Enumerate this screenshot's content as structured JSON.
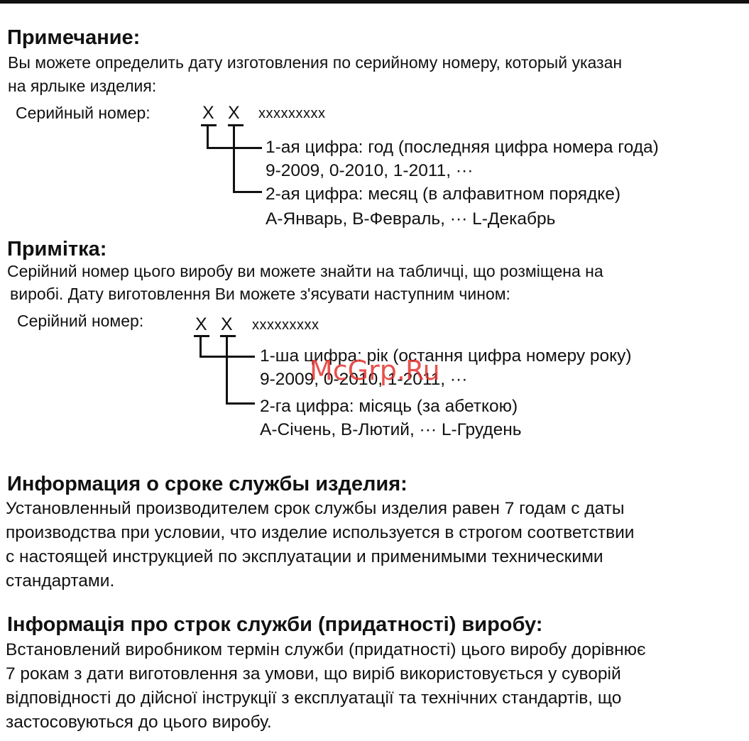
{
  "ru_note": {
    "heading": "Примечание:",
    "line1": "Вы можете определить дату изготовления по серийному номеру, который указан",
    "line2": "на ярлыке изделия:",
    "serial_label": "Серийный номер:",
    "x1": "X",
    "x2": "X",
    "serial_rest": "xxxxxxxxx",
    "digit1": "1-ая цифра: год (последняя цифра номера года)",
    "digit1_examples": "9-2009, 0-2010, 1-2011, ···",
    "digit2": "2-ая цифра: месяц (в алфавитном порядке)",
    "digit2_examples": "A-Январь, B-Февраль, ··· L-Декабрь"
  },
  "ua_note": {
    "heading": "Примітка:",
    "line1": "Серійний номер цього виробу ви можете знайти на табличці, що розміщена на",
    "line2": "виробі.  Дату виготовлення Ви можете з'ясувати наступним чином:",
    "serial_label": "Серійний номер:",
    "x1": "X",
    "x2": "X",
    "serial_rest": "xxxxxxxxx",
    "digit1": "1-ша цифра: рік (остання цифра номеру року)",
    "digit1_examples": "9-2009, 0-2010, 1-2011, ···",
    "digit2": "2-га цифра: місяць (за абеткою)",
    "digit2_examples": "A-Січень, B-Лютий, ··· L-Грудень"
  },
  "ru_service": {
    "heading": "Информация о сроке службы изделия:",
    "lines": [
      "Установленный производителем срок службы изделия равен 7 годам с даты",
      "производства при условии, что изделие используется в строгом соответствии",
      "с настоящей инструкцией по эксплуатации и применимыми техническими",
      "стандартами."
    ]
  },
  "ua_service": {
    "heading": "Інформація про строк служби (придатності) виробу:",
    "lines": [
      "Встановлений виробником термін служби (придатності) цього виробу дорівнює",
      "7 рокам з дати виготовлення за умови, що виріб використовується у суворій",
      "відповідності до дійсної інструкції з експлуатації та технічних стандартів, що",
      "застосовуються до цього виробу."
    ]
  },
  "watermark": "McGrp.Ru",
  "colors": {
    "text": "#111111",
    "watermark": "#e3342f",
    "background": "#ffffff"
  }
}
